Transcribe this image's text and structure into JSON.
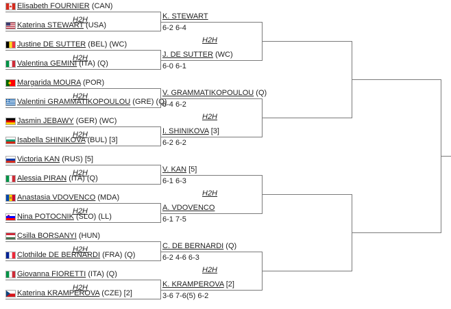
{
  "h2h_label": "H2H",
  "round1": [
    {
      "name": "Elisabeth FOURNIER",
      "suffix": "(CAN)",
      "flag": "can"
    },
    {
      "name": "Katerina STEWART",
      "suffix": "(USA)",
      "flag": "usa"
    },
    {
      "name": "Justine DE SUTTER",
      "suffix": "(BEL) (WC)",
      "flag": "bel"
    },
    {
      "name": "Valentina GEMINI",
      "suffix": "(ITA) (Q)",
      "flag": "ita"
    },
    {
      "name": "Margarida MOURA",
      "suffix": "(POR)",
      "flag": "por"
    },
    {
      "name": "Valentini GRAMMATIKOPOULOU",
      "suffix": "(GRE) (Q)",
      "flag": "gre"
    },
    {
      "name": "Jasmin JEBAWY",
      "suffix": "(GER) (WC)",
      "flag": "ger"
    },
    {
      "name": "Isabella SHINIKOVA",
      "suffix": "(BUL) [3]",
      "flag": "bul"
    },
    {
      "name": "Victoria KAN",
      "suffix": "(RUS) [5]",
      "flag": "rus"
    },
    {
      "name": "Alessia PIRAN",
      "suffix": "(ITA) (Q)",
      "flag": "ita"
    },
    {
      "name": "Anastasia VDOVENCO",
      "suffix": "(MDA)",
      "flag": "mda"
    },
    {
      "name": "Nina POTOCNIK",
      "suffix": "(SLO) (LL)",
      "flag": "slo"
    },
    {
      "name": "Csilla BORSANYI",
      "suffix": "(HUN)",
      "flag": "hun"
    },
    {
      "name": "Clothilde DE BERNARDI",
      "suffix": "(FRA) (Q)",
      "flag": "fra"
    },
    {
      "name": "Giovanna FIORETTI",
      "suffix": "(ITA) (Q)",
      "flag": "ita"
    },
    {
      "name": "Katerina KRAMPEROVA",
      "suffix": "(CZE) [2]",
      "flag": "cze"
    }
  ],
  "round2": [
    {
      "name": "K. STEWART",
      "suffix": "",
      "score": "6-2 6-4"
    },
    {
      "name": "J. DE SUTTER",
      "suffix": "(WC)",
      "score": "6-0 6-1"
    },
    {
      "name": "V. GRAMMATIKOPOULOU",
      "suffix": "(Q)",
      "score": "6-4 6-2"
    },
    {
      "name": "I. SHINIKOVA",
      "suffix": "[3]",
      "score": "6-2 6-2"
    },
    {
      "name": "V. KAN",
      "suffix": "[5]",
      "score": "6-1 6-3"
    },
    {
      "name": "A. VDOVENCO",
      "suffix": "",
      "score": "6-1 7-5"
    },
    {
      "name": "C. DE BERNARDI",
      "suffix": "(Q)",
      "score": "6-2 4-6 6-3"
    },
    {
      "name": "K. KRAMPEROVA",
      "suffix": "[2]",
      "score": "3-6 7-6(5) 6-2"
    }
  ],
  "colors": {
    "line": "#7a7a7a",
    "text": "#222222"
  }
}
